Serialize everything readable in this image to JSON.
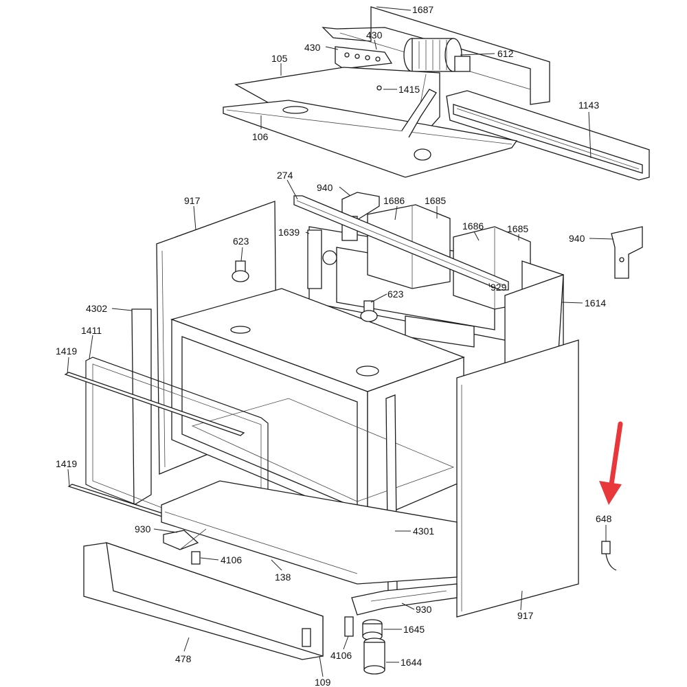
{
  "parts": {
    "p1687": "1687",
    "p430a": "430",
    "p430b": "430",
    "p612": "612",
    "p105": "105",
    "p1415": "1415",
    "p106": "106",
    "p1143": "1143",
    "p274": "274",
    "p940a": "940",
    "p1686a": "1686",
    "p1685a": "1685",
    "p917a": "917",
    "p623a": "623",
    "p1639": "1639",
    "p1686b": "1686",
    "p1685b": "1685",
    "p940b": "940",
    "p929": "929",
    "p623b": "623",
    "p1614": "1614",
    "p4302": "4302",
    "p1411": "1411",
    "p1419a": "1419",
    "p1419b": "1419",
    "p648": "648",
    "p4301": "4301",
    "p930a": "930",
    "p4106a": "4106",
    "p138": "138",
    "p930b": "930",
    "p917b": "917",
    "p1645": "1645",
    "p4106b": "4106",
    "p1644": "1644",
    "p478": "478",
    "p109": "109"
  },
  "colors": {
    "arrow": "#e8383b",
    "line": "#1a1a1a"
  }
}
